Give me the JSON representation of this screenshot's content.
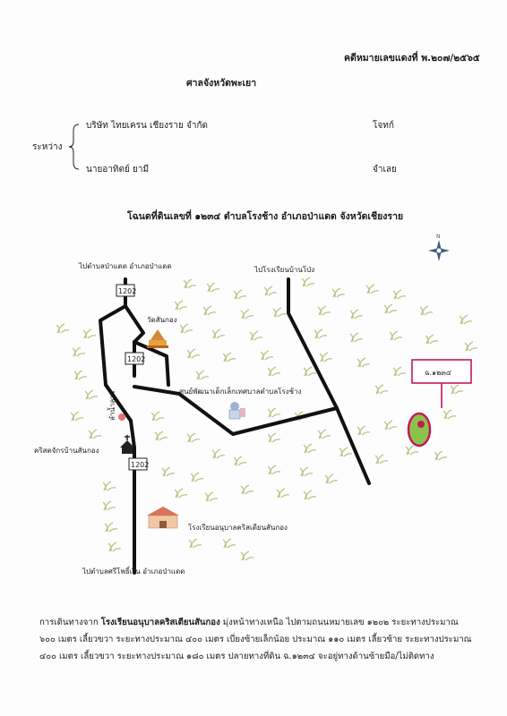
{
  "header": {
    "case_number": "คดีหมายเลขแดงที่ พ.๒๐๗/๒๕๖๕",
    "court": "ศาลจังหวัดพะเยา"
  },
  "parties": {
    "between_label": "ระหว่าง",
    "plaintiff": "บริษัท ไทยเครน เชียงราย จำกัด",
    "plaintiff_role": "โจทก์",
    "defendant": "นายอาทิตย์ ยามี",
    "defendant_role": "จำเลย"
  },
  "map": {
    "title": "โฉนดที่ดินเลขที่ ๑๒๓๔ ตำบลโรงช้าง อำเภอป่าแดด จังหวัดเชียงราย",
    "labels": {
      "north_road": "ไปตำบลป่าแดด อำเภอป่าแดด",
      "school_road": "ไปโรงเรียนบ้านโป่ง",
      "temple": "วัดสันกอง",
      "office": "ศูนย์พัฒนาเด็กเล็กเทศบาลตำบลโรงช้าง",
      "canal": "ลำน้ำลาว",
      "church": "คริสตจักรบ้านสันกอง",
      "kindergarten": "โรงเรียนอนุบาลคริสเตียนสันกอง",
      "south_road": "ไปตำบลศรีโพธิ์เงิน อำเภอป่าแดด",
      "parcel": "ฉ.๑๒๓๔",
      "route1": "1202",
      "route2": "1202",
      "route3": "1202"
    }
  },
  "description": {
    "prefix": "การเดินทางจาก ",
    "bold": "โรงเรียนอนุบาลคริสเตียนสันกอง",
    "text": " มุ่งหน้าทางเหนือ ไปตามถนนหมายเลข ๑๒๐๒ ระยะทางประมาณ ๖๐๐ เมตร เลี้ยวขวา ระยะทางประมาณ ๔๐๐ เมตร เบี่ยงซ้ายเล็กน้อย ประมาณ ๑๑๐ เมตร เลี้ยวซ้าย ระยะทางประมาณ ๔๐๐ เมตร เลี้ยวขวา ระยะทางประมาณ ๑๘๐ เมตร ปลายทางที่ดิน ฉ.๑๒๓๔ จะอยู่ทางด้านซ้ายมือ/ไม่ติดทาง"
  },
  "colors": {
    "road": "#111111",
    "parcel_border": "#c2185b",
    "parcel_fill": "#8bc34a",
    "grass": "#b7c98a"
  }
}
